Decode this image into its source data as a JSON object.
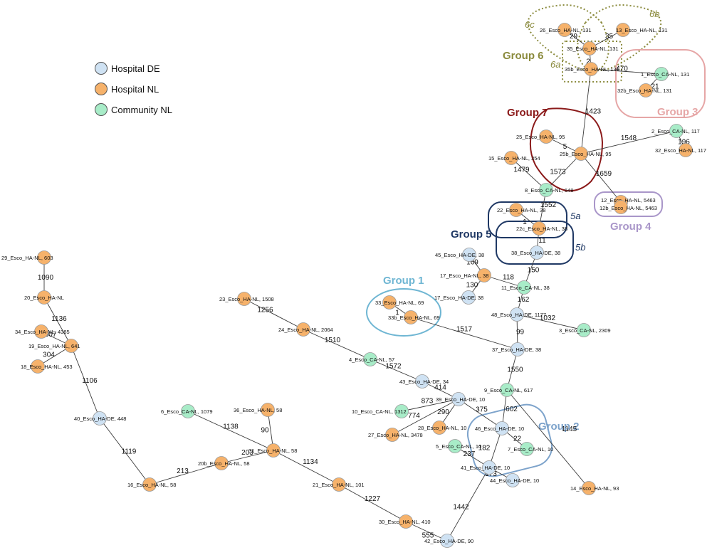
{
  "colors": {
    "hospital_de": "#cfe2f3",
    "hospital_nl": "#f6b26b",
    "community_nl": "#a8ecc8",
    "group1": "#6fb6d3",
    "group2": "#7da3cb",
    "group3": "#e6a6a6",
    "group4": "#a996c9",
    "group5": "#1f3864",
    "group6": "#8a8a3c",
    "group7": "#8b1a1a"
  },
  "legend": [
    {
      "label": "Hospital DE",
      "type": "hospital_de"
    },
    {
      "label": "Hospital NL",
      "type": "hospital_nl"
    },
    {
      "label": "Community NL",
      "type": "community_nl"
    }
  ],
  "groups": {
    "g1": "Group 1",
    "g2": "Group 2",
    "g3": "Group 3",
    "g4": "Group 4",
    "g5": "Group 5",
    "g5a": "5a",
    "g5b": "5b",
    "g6": "Group 6",
    "g6a": "6a",
    "g6b": "6b",
    "g6c": "6c",
    "g7": "Group 7"
  },
  "nodes": [
    {
      "id": "n26",
      "type": "hospital_nl",
      "label": "26_Esco_HA-NL, 131"
    },
    {
      "id": "n13",
      "type": "hospital_nl",
      "label": "13_Esco_HA-NL, 131"
    },
    {
      "id": "n35",
      "type": "hospital_nl",
      "label": "35_Esco_HA-NL, 131"
    },
    {
      "id": "n35b",
      "type": "hospital_nl",
      "label": "35b_Esco_HA-NL, 131"
    },
    {
      "id": "n1",
      "type": "community_nl",
      "label": "1_Esco_CA-NL, 131"
    },
    {
      "id": "n32b",
      "type": "hospital_nl",
      "label": "32b_Esco_HA-NL, 131"
    },
    {
      "id": "n25",
      "type": "hospital_nl",
      "label": "25_Esco_HA-NL, 95"
    },
    {
      "id": "n25b",
      "type": "hospital_nl",
      "label": "25b_Esco_HA-NL, 95"
    },
    {
      "id": "n2",
      "type": "community_nl",
      "label": "2_Esco_CA-NL, 117"
    },
    {
      "id": "n32",
      "type": "hospital_nl",
      "label": "32_Esco_HA-NL, 117"
    },
    {
      "id": "n15",
      "type": "hospital_nl",
      "label": "15_Esco_HA-NL, 354"
    },
    {
      "id": "n8",
      "type": "community_nl",
      "label": "8_Esco_CA-NL, 648"
    },
    {
      "id": "n12",
      "type": "hospital_nl",
      "label": "12_Esco_HA-NL, 5463"
    },
    {
      "id": "n12b",
      "type": "hospital_nl",
      "label": "12b_Esco_HA-NL, 5463"
    },
    {
      "id": "n22",
      "type": "hospital_nl",
      "label": "22_Esco_HA-NL, 38"
    },
    {
      "id": "n22c",
      "type": "hospital_nl",
      "label": "22c_Esco_HA-NL, 38"
    },
    {
      "id": "n38",
      "type": "hospital_de",
      "label": "38_Esco_HA-DE, 38"
    },
    {
      "id": "n45",
      "type": "hospital_de",
      "label": "45_Esco_HA-DE, 38"
    },
    {
      "id": "n17",
      "type": "hospital_nl",
      "label": "17_Esco_HA-NL, 38"
    },
    {
      "id": "n17b",
      "type": "hospital_de",
      "label": "17_Esco_HA-DE, 38"
    },
    {
      "id": "n11",
      "type": "community_nl",
      "label": "11_Esco_CA-NL, 38"
    },
    {
      "id": "n48",
      "type": "hospital_de",
      "label": "48_Esco_HA-DE, 1177"
    },
    {
      "id": "n3",
      "type": "community_nl",
      "label": "3_Esco_CA-NL, 2309"
    },
    {
      "id": "n33",
      "type": "hospital_nl",
      "label": "33_Esco_HA-NL, 69"
    },
    {
      "id": "n33b",
      "type": "hospital_nl",
      "label": "33b_Esco_HA-NL, 69"
    },
    {
      "id": "n37",
      "type": "hospital_de",
      "label": "37_Esco_HA-DE, 38"
    },
    {
      "id": "n23",
      "type": "hospital_nl",
      "label": "23_Esco_HA-NL, 1508"
    },
    {
      "id": "n24",
      "type": "hospital_nl",
      "label": "24_Esco_HA-NL, 2064"
    },
    {
      "id": "n4",
      "type": "community_nl",
      "label": "4_Esco_CA-NL, 57"
    },
    {
      "id": "n43",
      "type": "hospital_de",
      "label": "43_Esco_HA-DE, 34"
    },
    {
      "id": "n9",
      "type": "community_nl",
      "label": "9_Esco_CA-NL, 617"
    },
    {
      "id": "n39",
      "type": "hospital_de",
      "label": "39_Esco_HA-DE, 10"
    },
    {
      "id": "n10",
      "type": "community_nl",
      "label": "10_Esco_CA-NL, 1312"
    },
    {
      "id": "n27",
      "type": "hospital_nl",
      "label": "27_Esco_HA-NL, 3478"
    },
    {
      "id": "n28",
      "type": "hospital_nl",
      "label": "28_Esco_HA-NL, 10"
    },
    {
      "id": "n46",
      "type": "hospital_de",
      "label": "46_Esco_HA-DE, 10"
    },
    {
      "id": "n7",
      "type": "community_nl",
      "label": "7_Esco_CA-NL, 10"
    },
    {
      "id": "n5",
      "type": "community_nl",
      "label": "5_Esco_CA-NL, 10"
    },
    {
      "id": "n41",
      "type": "hospital_de",
      "label": "41_Esco_HA-DE, 10"
    },
    {
      "id": "n44",
      "type": "hospital_de",
      "label": "44_Esco_HA-DE, 10"
    },
    {
      "id": "n14",
      "type": "hospital_nl",
      "label": "14_Esco_HA-NL, 93"
    },
    {
      "id": "n29",
      "type": "hospital_nl",
      "label": "29_Esco_HA-NL, 603"
    },
    {
      "id": "n20",
      "type": "hospital_nl",
      "label": "20_Esco_HA-NL"
    },
    {
      "id": "n34",
      "type": "hospital_nl",
      "label": "34_Esco_HA-NL, 4385"
    },
    {
      "id": "n19",
      "type": "hospital_nl",
      "label": "19_Esco_HA-NL, 641"
    },
    {
      "id": "n18",
      "type": "hospital_nl",
      "label": "18_Esco_HA-NL, 453"
    },
    {
      "id": "n40",
      "type": "hospital_de",
      "label": "40_Esco_HA-DE, 448"
    },
    {
      "id": "n6",
      "type": "community_nl",
      "label": "6_Esco_CA-NL, 1079"
    },
    {
      "id": "n36",
      "type": "hospital_nl",
      "label": "36_Esco_HA-NL, 58"
    },
    {
      "id": "n31",
      "type": "hospital_nl",
      "label": "31_Esco_HA-NL, 58"
    },
    {
      "id": "n20b",
      "type": "hospital_nl",
      "label": "20b_Esco_HA-NL, 58"
    },
    {
      "id": "n16",
      "type": "hospital_nl",
      "label": "16_Esco_HA-NL, 58"
    },
    {
      "id": "n21",
      "type": "hospital_nl",
      "label": "21_Esco_HA-NL, 101"
    },
    {
      "id": "n30",
      "type": "hospital_nl",
      "label": "30_Esco_HA-NL, 410"
    },
    {
      "id": "n42",
      "type": "hospital_de",
      "label": "42_Esco_HA-DE, 90"
    }
  ],
  "edges": [
    {
      "from": "n26",
      "to": "n35",
      "label": "29"
    },
    {
      "from": "n13",
      "to": "n35",
      "label": "35"
    },
    {
      "from": "n35",
      "to": "n35b",
      "label": "2"
    },
    {
      "from": "n35b",
      "to": "n1",
      "label": "470"
    },
    {
      "from": "n1",
      "to": "n32b",
      "label": "21"
    },
    {
      "from": "n35b",
      "to": "n25b",
      "label": "1423"
    },
    {
      "from": "n25",
      "to": "n25b",
      "label": "5"
    },
    {
      "from": "n25b",
      "to": "n2",
      "label": "1548"
    },
    {
      "from": "n2",
      "to": "n32",
      "label": "196"
    },
    {
      "from": "n25b",
      "to": "n12",
      "label": "1659"
    },
    {
      "from": "n25b",
      "to": "n8",
      "label": "1573"
    },
    {
      "from": "n15",
      "to": "n8",
      "label": "1479"
    },
    {
      "from": "n8",
      "to": "n22c",
      "label": "1552"
    },
    {
      "from": "n22",
      "to": "n22c",
      "label": "1"
    },
    {
      "from": "n22c",
      "to": "n38",
      "label": "11"
    },
    {
      "from": "n38",
      "to": "n11",
      "label": "150"
    },
    {
      "from": "n45",
      "to": "n17",
      "label": "169"
    },
    {
      "from": "n17",
      "to": "n11",
      "label": "118"
    },
    {
      "from": "n17",
      "to": "n17b",
      "label": "130"
    },
    {
      "from": "n11",
      "to": "n48",
      "label": "162"
    },
    {
      "from": "n48",
      "to": "n3",
      "label": "1032"
    },
    {
      "from": "n48",
      "to": "n37",
      "label": "99"
    },
    {
      "from": "n33",
      "to": "n33b",
      "label": "1"
    },
    {
      "from": "n33b",
      "to": "n37",
      "label": "1517"
    },
    {
      "from": "n37",
      "to": "n9",
      "label": "1550"
    },
    {
      "from": "n23",
      "to": "n24",
      "label": "1256"
    },
    {
      "from": "n24",
      "to": "n4",
      "label": "1510"
    },
    {
      "from": "n4",
      "to": "n43",
      "label": "1572"
    },
    {
      "from": "n43",
      "to": "n39",
      "label": "414"
    },
    {
      "from": "n39",
      "to": "n10",
      "label": "873"
    },
    {
      "from": "n39",
      "to": "n27",
      "label": "774"
    },
    {
      "from": "n39",
      "to": "n28",
      "label": "290"
    },
    {
      "from": "n39",
      "to": "n46",
      "label": "375"
    },
    {
      "from": "n9",
      "to": "n46",
      "label": "602"
    },
    {
      "from": "n46",
      "to": "n7",
      "label": "22"
    },
    {
      "from": "n46",
      "to": "n41",
      "label": "182"
    },
    {
      "from": "n5",
      "to": "n41",
      "label": "237"
    },
    {
      "from": "n41",
      "to": "n44",
      "label": "173"
    },
    {
      "from": "n9",
      "to": "n14",
      "label": "1145"
    },
    {
      "from": "n41",
      "to": "n42",
      "label": "1442"
    },
    {
      "from": "n29",
      "to": "n20",
      "label": "1090"
    },
    {
      "from": "n20",
      "to": "n19",
      "label": "1136"
    },
    {
      "from": "n34",
      "to": "n19",
      "label": "307"
    },
    {
      "from": "n19",
      "to": "n18",
      "label": "304"
    },
    {
      "from": "n19",
      "to": "n40",
      "label": "1106"
    },
    {
      "from": "n40",
      "to": "n16",
      "label": "1119"
    },
    {
      "from": "n16",
      "to": "n20b",
      "label": "213"
    },
    {
      "from": "n20b",
      "to": "n31",
      "label": "203"
    },
    {
      "from": "n6",
      "to": "n31",
      "label": "1138"
    },
    {
      "from": "n36",
      "to": "n31",
      "label": "90"
    },
    {
      "from": "n31",
      "to": "n21",
      "label": "1134"
    },
    {
      "from": "n21",
      "to": "n30",
      "label": "1227"
    },
    {
      "from": "n30",
      "to": "n42",
      "label": "555"
    }
  ]
}
